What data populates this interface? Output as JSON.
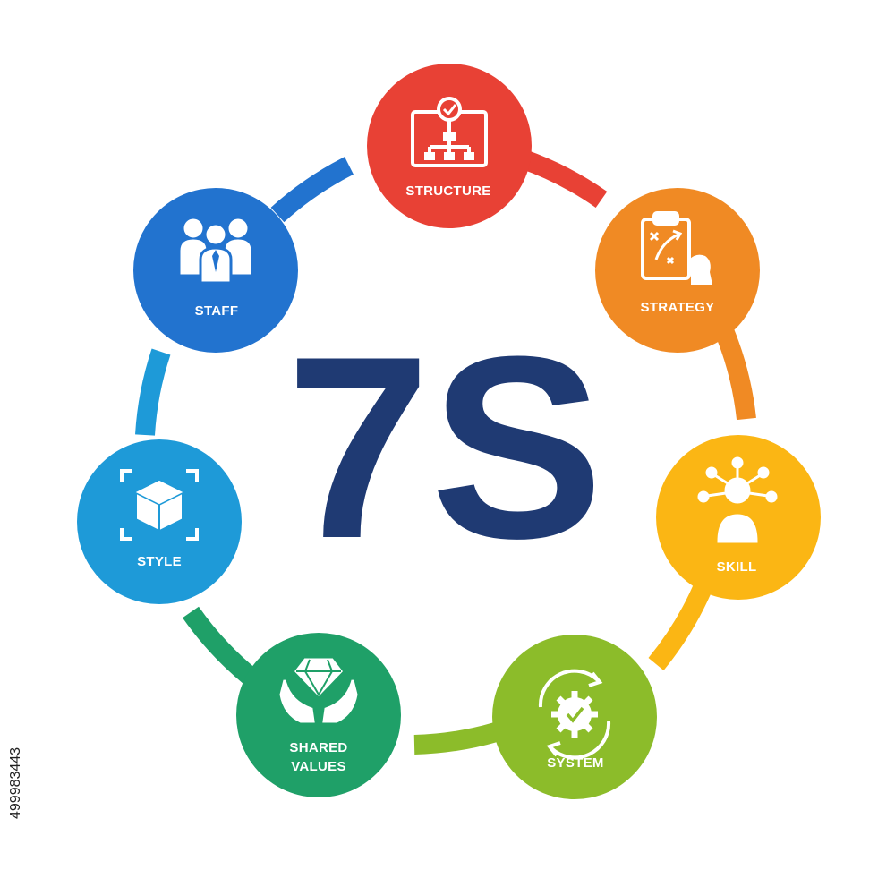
{
  "title": "7S",
  "side_id": "499983443",
  "colors": {
    "title": "#1f3a73",
    "structure": "#e84135",
    "strategy": "#f08a24",
    "skill": "#fbb614",
    "system": "#8cbc2a",
    "shared_values": "#1fa068",
    "style": "#1e9ad8",
    "staff": "#2273cf"
  },
  "nodes": [
    {
      "id": "structure",
      "lines": [
        "STRUCTURE"
      ],
      "icon": "org-chart-icon",
      "color": "#e84135"
    },
    {
      "id": "strategy",
      "lines": [
        "STRATEGY"
      ],
      "icon": "strategy-clipboard-icon",
      "color": "#f08a24"
    },
    {
      "id": "skill",
      "lines": [
        "SKILL"
      ],
      "icon": "skill-person-network-icon",
      "color": "#fbb614"
    },
    {
      "id": "system",
      "lines": [
        "SYSTEM"
      ],
      "icon": "gear-cycle-icon",
      "color": "#8cbc2a"
    },
    {
      "id": "shared-values",
      "lines": [
        "SHARED",
        "VALUES"
      ],
      "icon": "diamond-hands-icon",
      "color": "#1fa068"
    },
    {
      "id": "style",
      "lines": [
        "STYLE"
      ],
      "icon": "cube-frame-icon",
      "color": "#1e9ad8"
    },
    {
      "id": "staff",
      "lines": [
        "STAFF"
      ],
      "icon": "team-icon",
      "color": "#2273cf"
    }
  ]
}
